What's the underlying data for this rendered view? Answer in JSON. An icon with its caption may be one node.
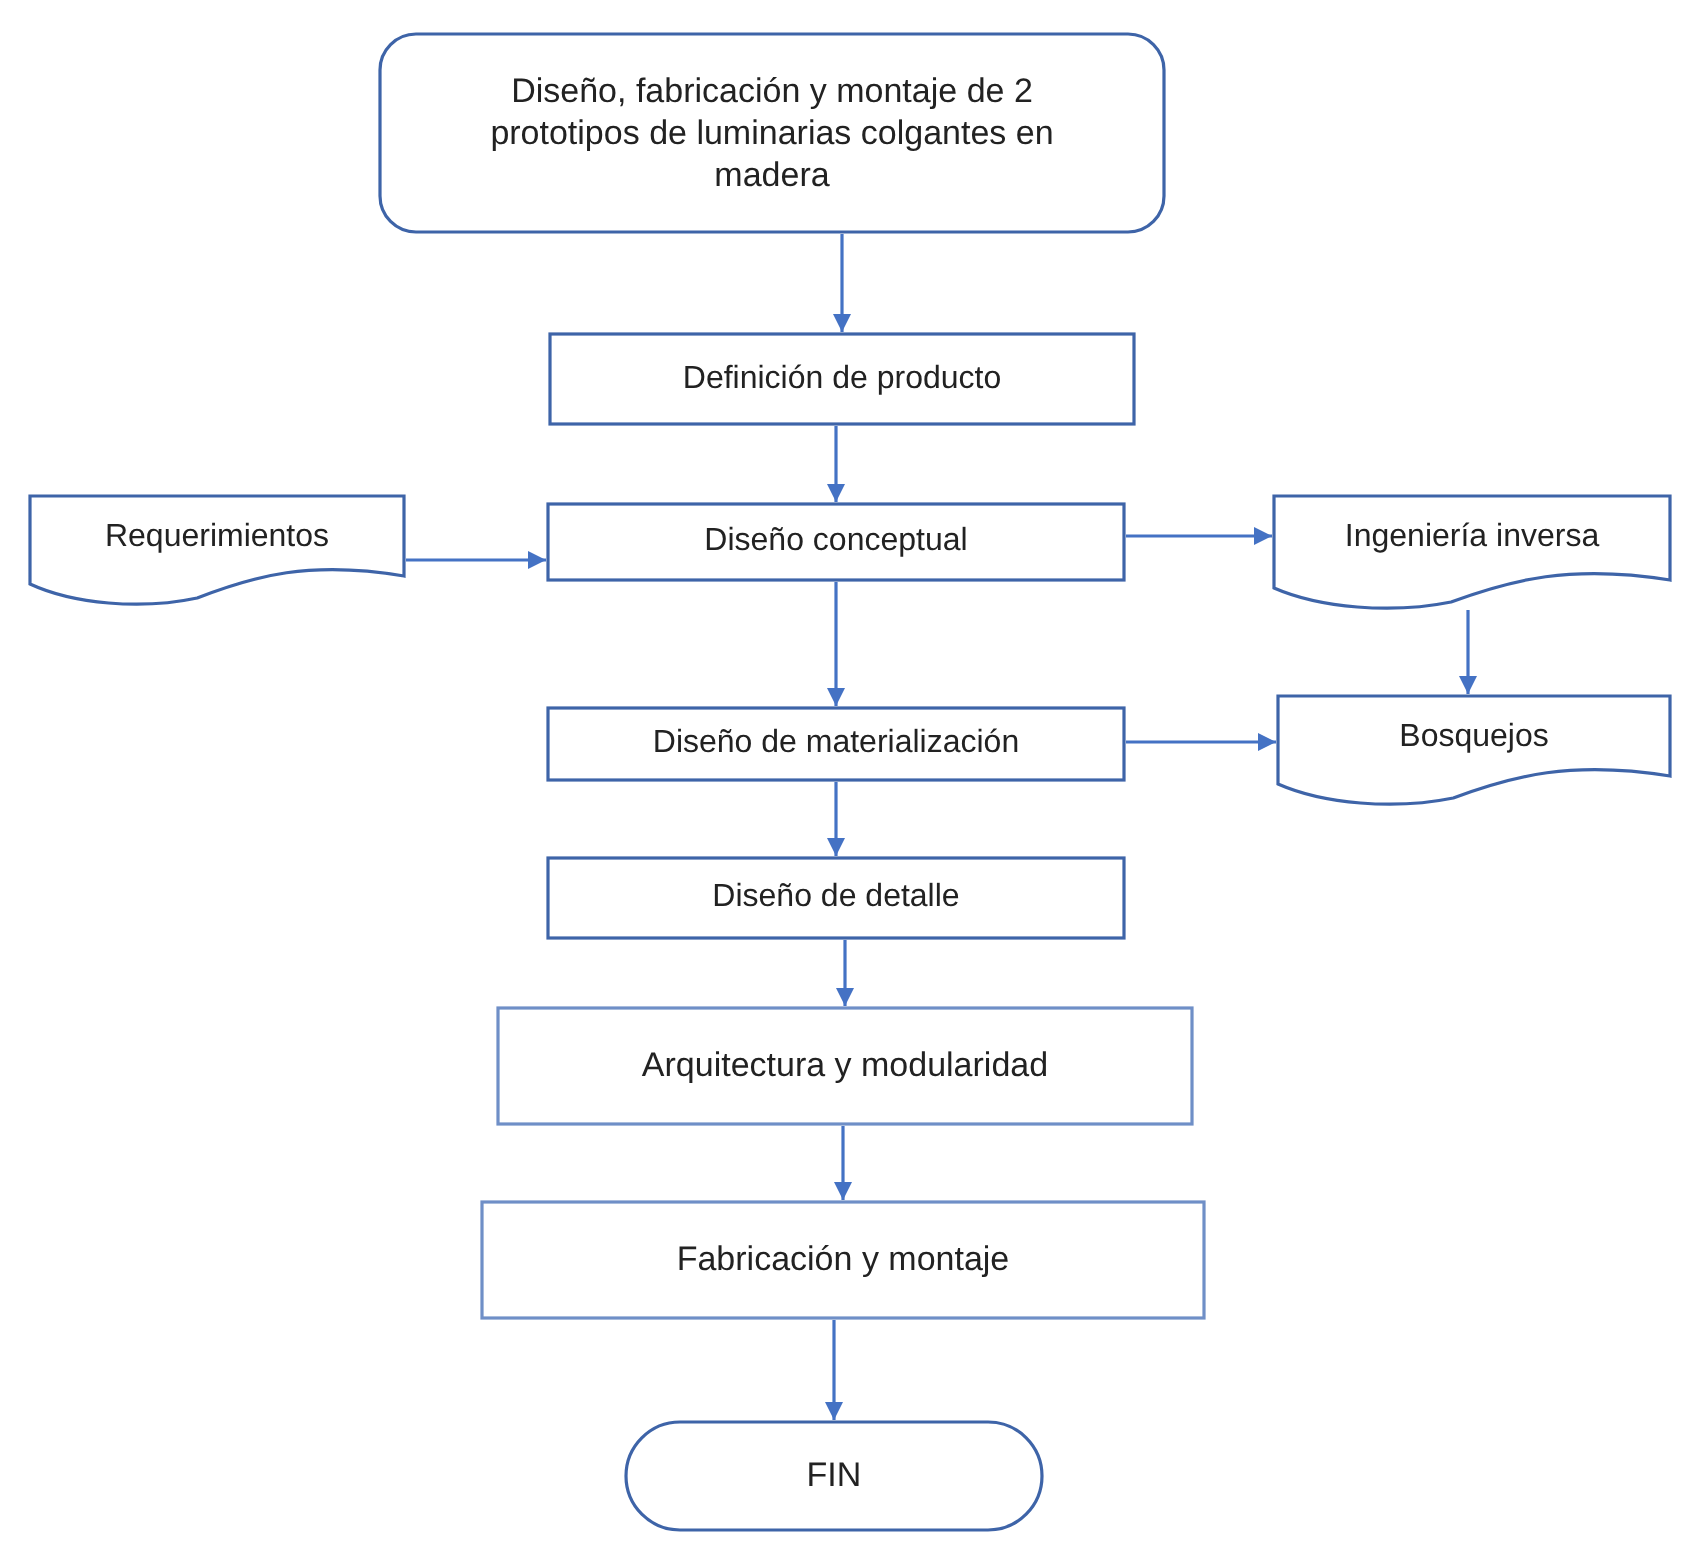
{
  "diagram": {
    "nodes": [
      {
        "text": [
          "Diseño, fabricación y montaje de 2 prototipos de luminarias colgantes en madera"
        ]
      },
      {
        "text": [
          "Definición de producto"
        ]
      },
      {
        "text": [
          "Requerimientos"
        ]
      },
      {
        "text": [
          "Diseño conceptual"
        ]
      },
      {
        "text": [
          "Ingeniería inversa"
        ]
      },
      {
        "text": [
          "Diseño de materialización"
        ]
      },
      {
        "text": [
          "Bosquejos"
        ]
      },
      {
        "text": [
          "Diseño de detalle"
        ]
      },
      {
        "text": [
          "Arquitectura y modularidad"
        ]
      },
      {
        "text": [
          "Fabricación y montaje"
        ]
      },
      {
        "text": [
          "FIN"
        ]
      }
    ],
    "edges": [
      {
        "from": 0,
        "to": 1,
        "arrow": "to"
      },
      {
        "from": 1,
        "to": 3,
        "arrow": "to"
      },
      {
        "from": 2,
        "to": 3,
        "arrow": "to"
      },
      {
        "from": 3,
        "to": 4,
        "arrow": "to"
      },
      {
        "from": 3,
        "to": 5,
        "arrow": "to"
      },
      {
        "from": 4,
        "to": 6,
        "arrow": "to"
      },
      {
        "from": 5,
        "to": 6,
        "arrow": "to"
      },
      {
        "from": 5,
        "to": 7,
        "arrow": "to"
      },
      {
        "from": 7,
        "to": 8,
        "arrow": "to"
      },
      {
        "from": 8,
        "to": 9,
        "arrow": "to"
      },
      {
        "from": 9,
        "to": 10,
        "arrow": "to"
      }
    ]
  }
}
